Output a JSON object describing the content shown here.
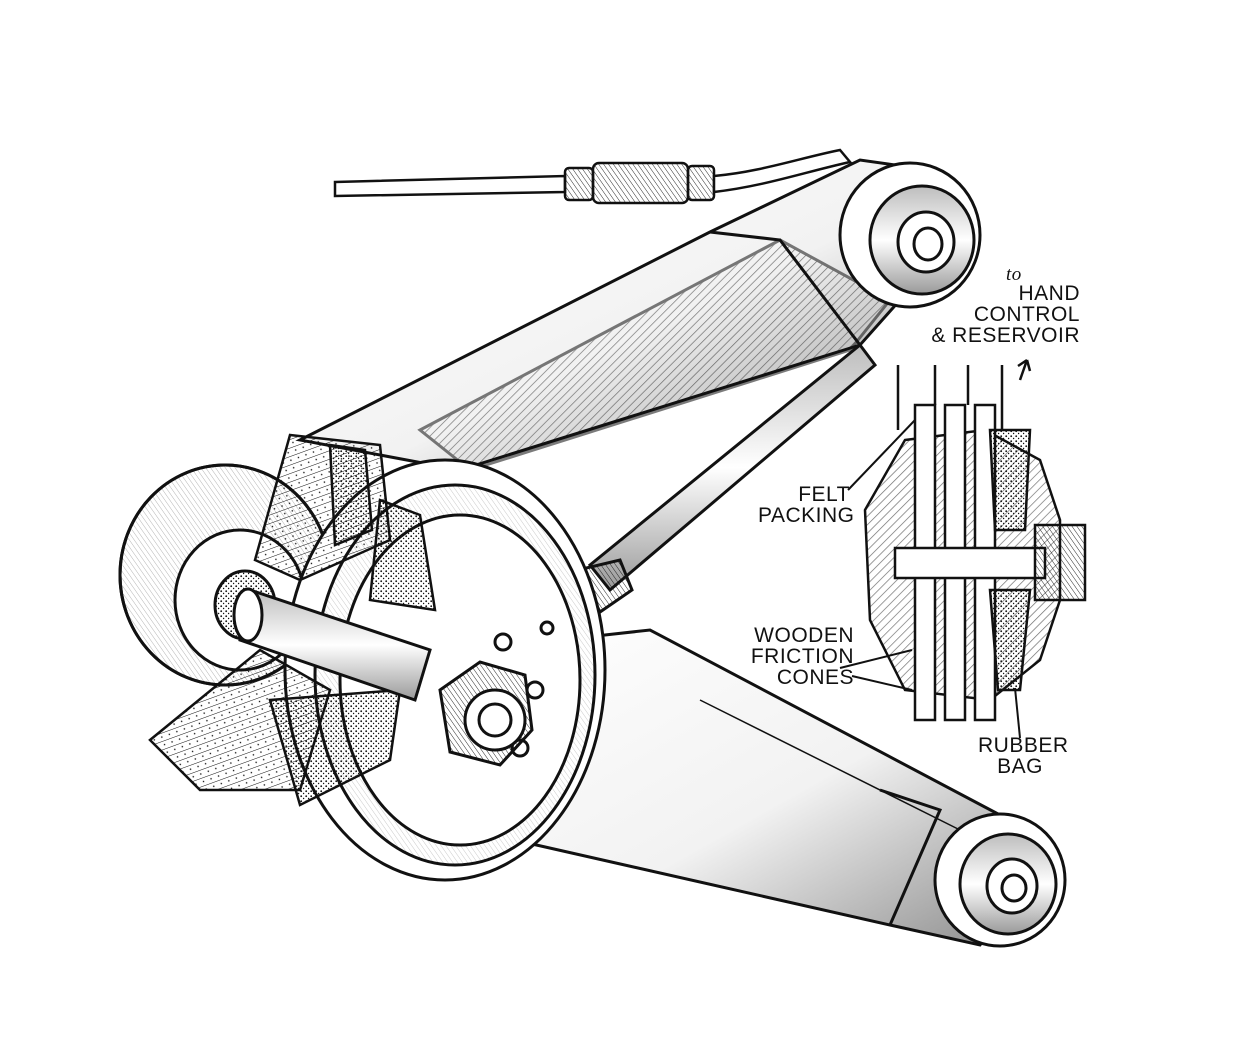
{
  "colors": {
    "ink": "#111111",
    "paper": "#ffffff",
    "shade": "#6b6b6b"
  },
  "labels": {
    "to": "to",
    "hand_control_line1": "HAND",
    "hand_control_line2": "CONTROL",
    "hand_control_line3": "& RESERVOIR",
    "felt_line1": "FELT",
    "felt_line2": "PACKING",
    "wooden_line1": "WOODEN",
    "wooden_line2": "FRICTION",
    "wooden_line3": "CONES",
    "rubber_line1": "RUBBER",
    "rubber_line2": "BAG"
  }
}
